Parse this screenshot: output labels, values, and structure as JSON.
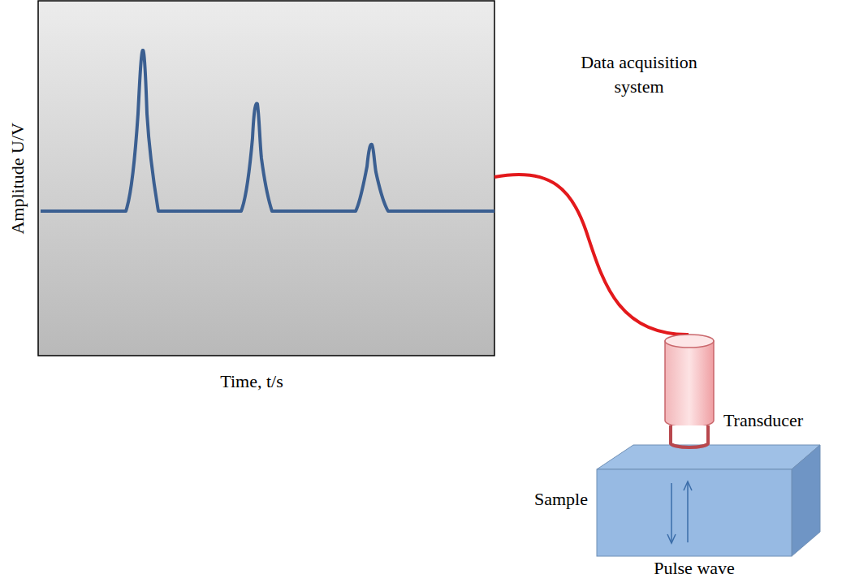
{
  "diagram": {
    "labels": [
      "Data acquisition system",
      "Amplitude U/V",
      "Time, t/s",
      "Transducer",
      "Sample",
      "Pulse wave"
    ]
  }
}
